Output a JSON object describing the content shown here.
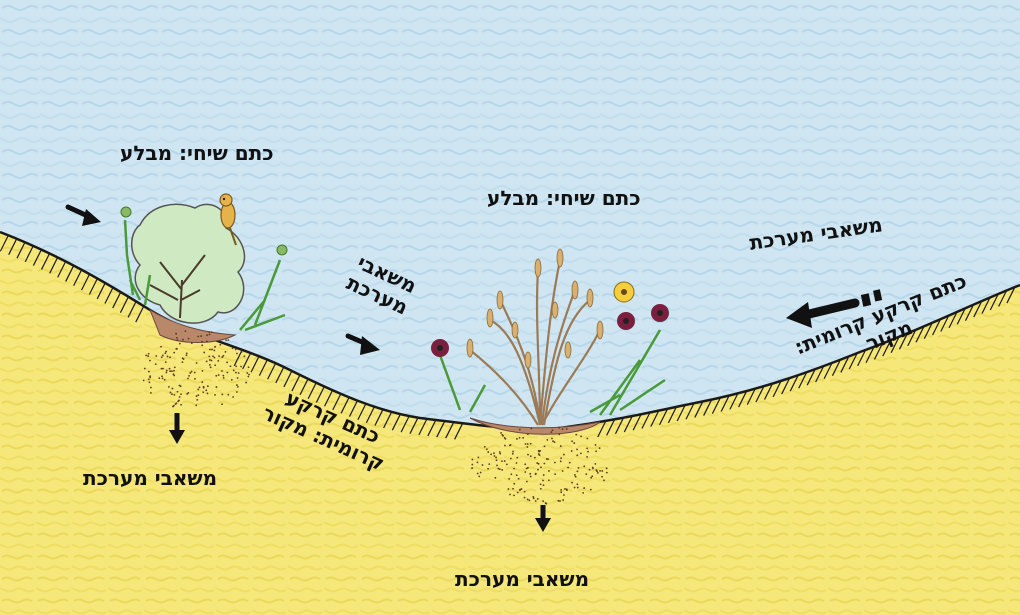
{
  "labels": {
    "shrub_patch_left": "כתם שיחי: מבלע",
    "shrub_patch_center": "כתם שיחי: מבלע",
    "resources_right": "משאבי מערכת",
    "resources_mid": "משאבי מערכת",
    "resources_down_left": "משאבי מערכת",
    "resources_down_center": "משאבי מערכת",
    "crust_center": "כתם קרקע קרומית: מקור",
    "crust_right": "כתם קרקע קרומית: מקור"
  },
  "colors": {
    "sky": "#cfe6f2",
    "sky_texture": "#b7d7ea",
    "soil": "#f5e77a",
    "soil_texture": "#ead95a",
    "mound": "#b9876a",
    "ground_line": "#1a1a1a",
    "flower": "#7a1f3d",
    "flower_yellow": "#f3cf3c",
    "grass": "#4a9a3a",
    "shrub_fill": "#cfe9c2"
  }
}
